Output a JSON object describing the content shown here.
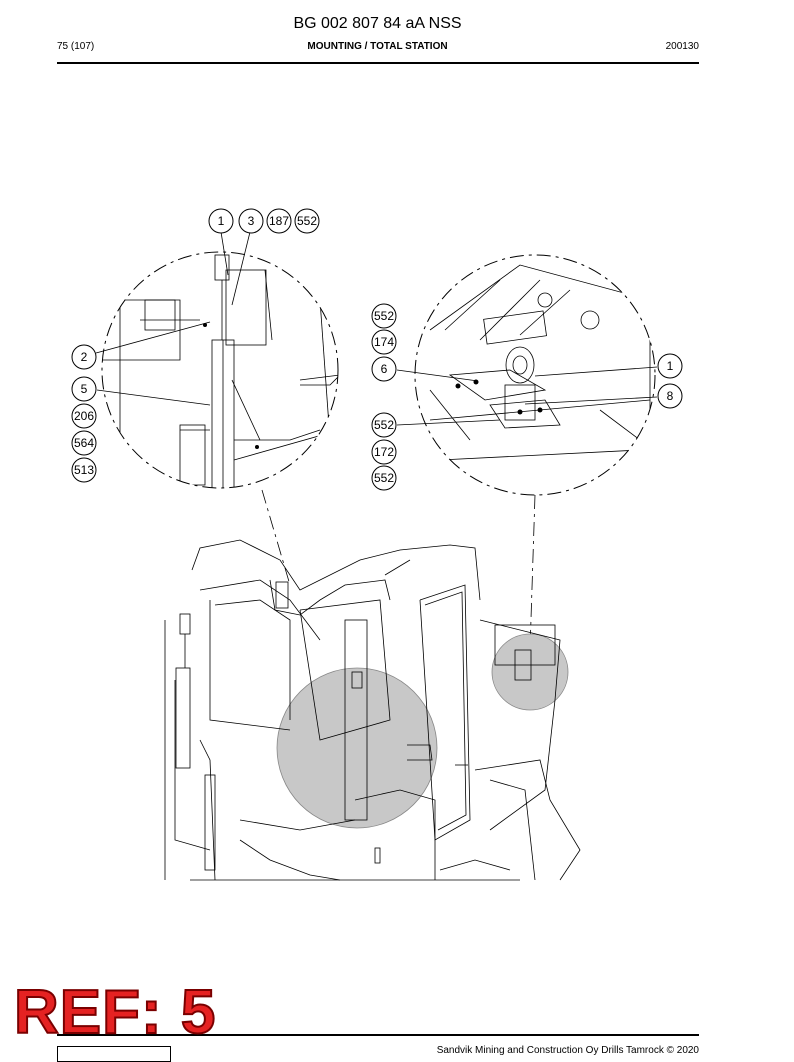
{
  "header": {
    "doc_title": "BG 002 807 84 aA NSS",
    "page": "75 (107)",
    "section": "MOUNTING / TOTAL STATION",
    "date": "200130"
  },
  "callouts": {
    "left_top": [
      "1",
      "3",
      "187",
      "552"
    ],
    "left_side": [
      "2",
      "5",
      "206",
      "564",
      "513"
    ],
    "mid": [
      "552",
      "174",
      "6",
      "552",
      "172",
      "552"
    ],
    "right": [
      "1",
      "8"
    ]
  },
  "watermark": "REF: 5",
  "footer": "Sandvik Mining and Construction Oy Drills Tamrock © 2020"
}
